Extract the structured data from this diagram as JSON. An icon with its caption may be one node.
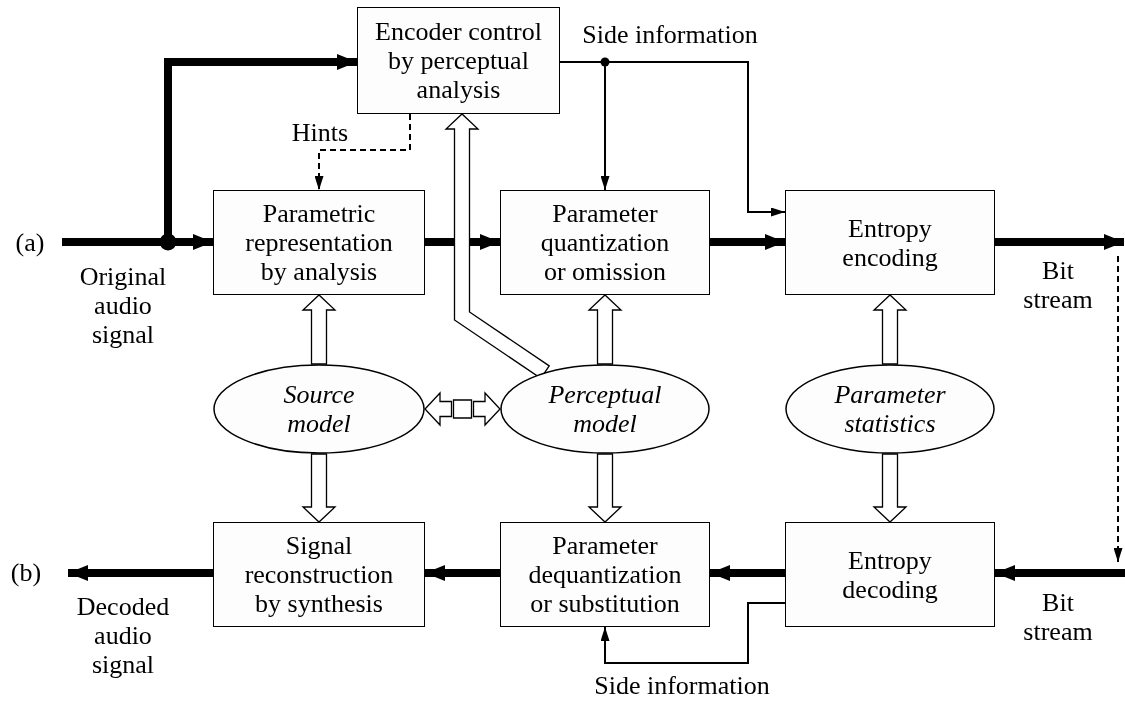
{
  "diagram": {
    "nodes": [
      {
        "text": [
          "Encoder control by perceptual analysis"
        ]
      },
      {
        "text": [
          "Parametric representation by analysis"
        ]
      },
      {
        "text": [
          "Parameter quantization or omission"
        ]
      },
      {
        "text": [
          "Entropy encoding"
        ]
      },
      {
        "text": [
          "Source model"
        ]
      },
      {
        "text": [
          "Perceptual model"
        ]
      },
      {
        "text": [
          "Parameter statistics"
        ]
      },
      {
        "text": [
          "Signal reconstruction by synthesis"
        ]
      },
      {
        "text": [
          "Parameter dequantization or substitution"
        ]
      },
      {
        "text": [
          "Entropy decoding"
        ]
      }
    ],
    "edges": [
      {
        "from": null,
        "to": 1,
        "arrow": "to"
      },
      {
        "from": null,
        "to": 0,
        "arrow": "to"
      },
      {
        "from": 0,
        "to": 1,
        "arrow": "to",
        "style": "dashed",
        "label": "Hints"
      },
      {
        "from": 0,
        "to": 2,
        "arrow": "to"
      },
      {
        "from": 0,
        "to": 3,
        "arrow": "to"
      },
      {
        "from": 1,
        "to": 2,
        "arrow": "to"
      },
      {
        "from": 2,
        "to": 3,
        "arrow": "to"
      },
      {
        "from": 3,
        "to": null,
        "arrow": "to"
      },
      {
        "from": null,
        "to": 9,
        "arrow": "to"
      },
      {
        "from": 9,
        "to": 8,
        "arrow": "to"
      },
      {
        "from": 8,
        "to": 7,
        "arrow": "to"
      },
      {
        "from": 7,
        "to": null,
        "arrow": "to"
      },
      {
        "from": 9,
        "to": 8,
        "arrow": "to",
        "label": "Side information"
      },
      {
        "from": 4,
        "to": 1,
        "arrow": "to",
        "style": "thick"
      },
      {
        "from": 4,
        "to": 7,
        "arrow": "to",
        "style": "thick"
      },
      {
        "from": 5,
        "to": 2,
        "arrow": "to",
        "style": "thick"
      },
      {
        "from": 5,
        "to": 8,
        "arrow": "to",
        "style": "thick"
      },
      {
        "from": 5,
        "to": 0,
        "arrow": "to",
        "style": "thick"
      },
      {
        "from": 6,
        "to": 3,
        "arrow": "to",
        "style": "thick"
      },
      {
        "from": 6,
        "to": 9,
        "arrow": "to",
        "style": "thick"
      },
      {
        "from": 4,
        "to": 5,
        "arrow": "both",
        "style": "thick"
      }
    ],
    "labels": [
      "(a)",
      "Original audio signal",
      "Side information",
      "Bit stream",
      "(b)",
      "Decoded audio signal",
      "Bit stream"
    ]
  }
}
